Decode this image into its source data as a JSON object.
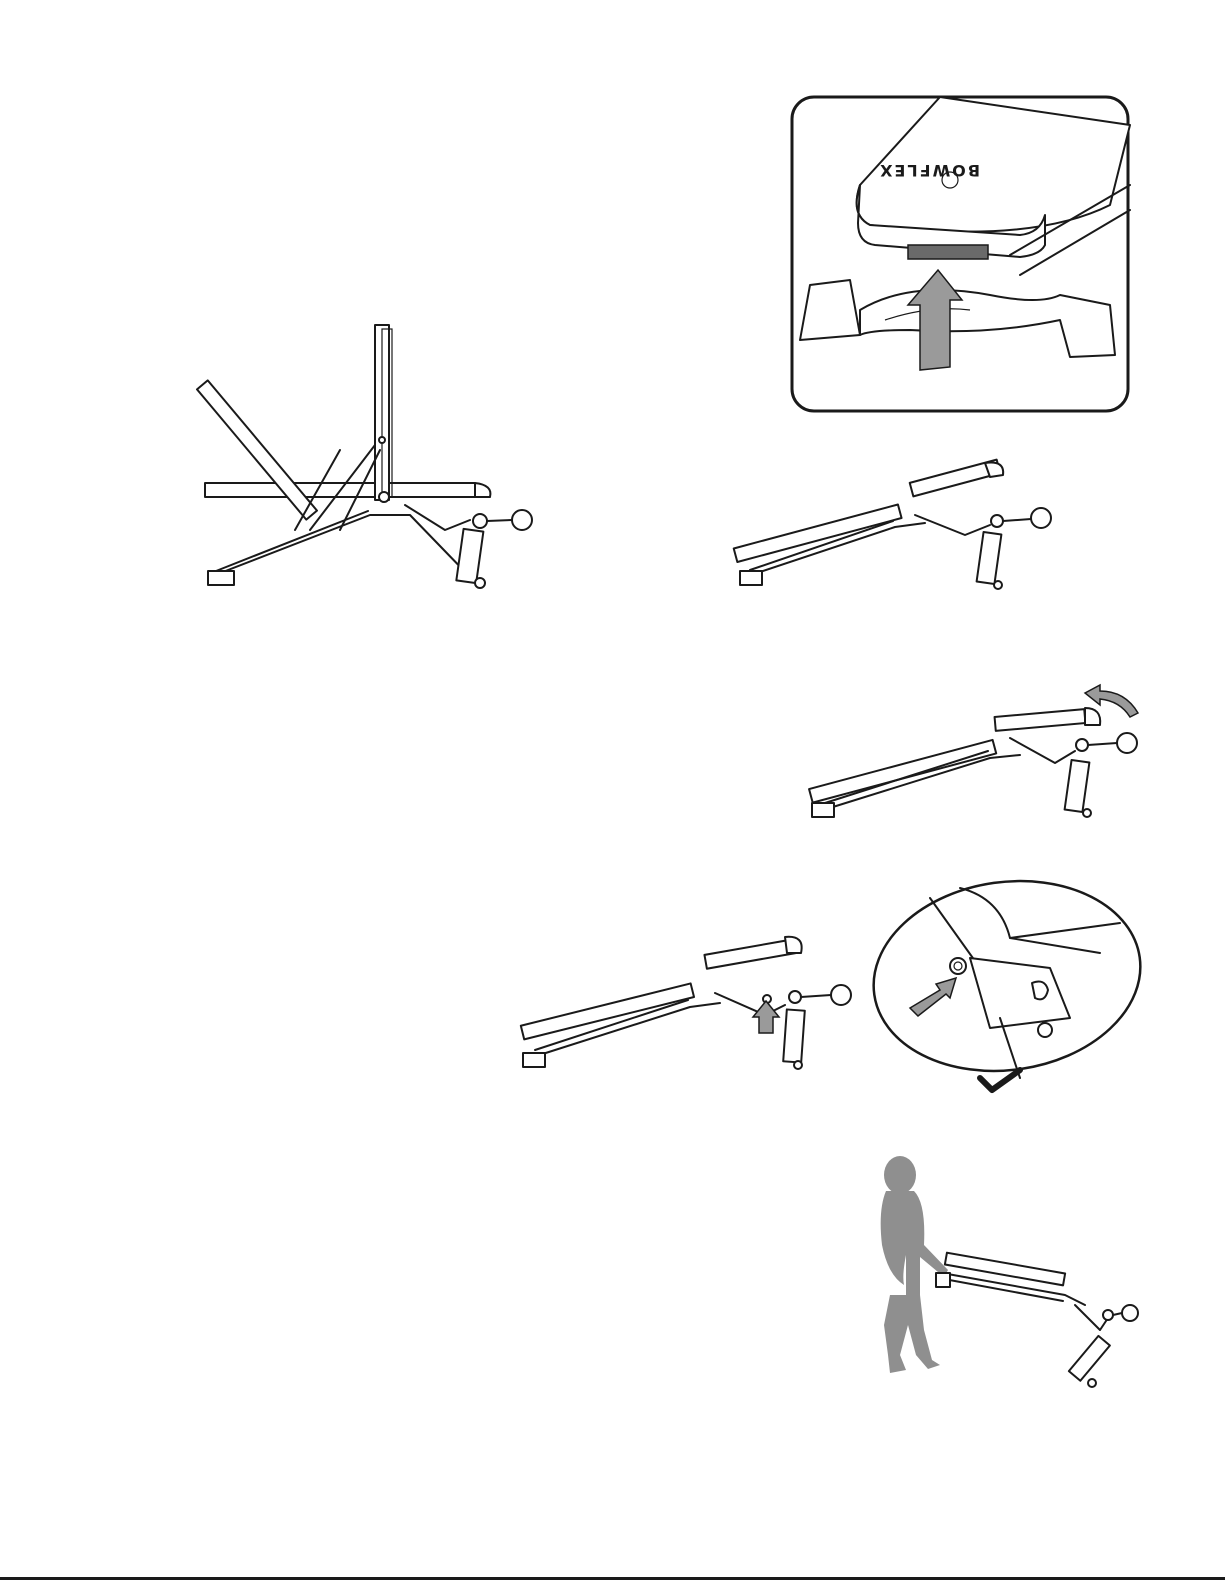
{
  "page": {
    "brand_mark": "BOWFLEX"
  },
  "figures": [
    {
      "id": "fig-fold-upright",
      "icon": "bench-folding-icon"
    },
    {
      "id": "fig-seat-release-detail",
      "icon": "seat-release-detail-icon"
    },
    {
      "id": "fig-bench-folded-1",
      "icon": "bench-folded-icon"
    },
    {
      "id": "fig-bench-rotate-leg",
      "icon": "bench-rotate-icon"
    },
    {
      "id": "fig-bench-pin-insert",
      "icon": "bench-pin-icon"
    },
    {
      "id": "fig-pin-detail",
      "icon": "pin-detail-icon"
    },
    {
      "id": "fig-bench-move-person",
      "icon": "person-moving-bench-icon"
    }
  ],
  "colors": {
    "ink": "#1a1a1a",
    "arrow_fill": "#9a9a9a",
    "silhouette": "#8f8f8f"
  }
}
